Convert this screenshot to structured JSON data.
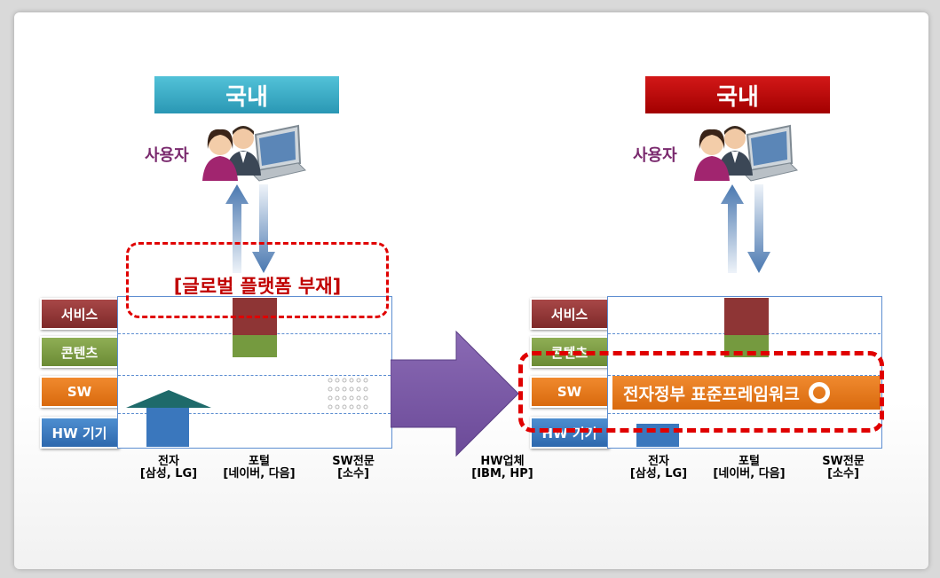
{
  "left": {
    "title": "국내",
    "user_label": "사용자",
    "callout": "[글로벌 플랫폼 부재]",
    "layers": [
      "서비스",
      "콘텐츠",
      "SW",
      "HW 기기"
    ],
    "columns": [
      {
        "name": "전자",
        "sub": "[삼성, LG]"
      },
      {
        "name": "포털",
        "sub": "[네이버, 다음]"
      },
      {
        "name": "SW전문",
        "sub": "[소수]"
      }
    ]
  },
  "middle": {
    "name": "HW업체",
    "sub": "[IBM, HP]"
  },
  "right": {
    "title": "국내",
    "user_label": "사용자",
    "framework_label": "전자정부 표준프레임워크",
    "layers": [
      "서비스",
      "콘텐츠",
      "SW",
      "HW 기기"
    ],
    "columns": [
      {
        "name": "전자",
        "sub": "[삼성, LG]"
      },
      {
        "name": "포털",
        "sub": "[네이버, 다음]"
      },
      {
        "name": "SW전문",
        "sub": "[소수]"
      }
    ]
  },
  "colors": {
    "left_title": "#2a97b4",
    "right_title": "#b00000",
    "service": "#8e3535",
    "content": "#759a3f",
    "sw": "#e5781b",
    "hw": "#3a77bd",
    "big_arrow": "#7b5aa6",
    "dash_red": "#e00000"
  }
}
